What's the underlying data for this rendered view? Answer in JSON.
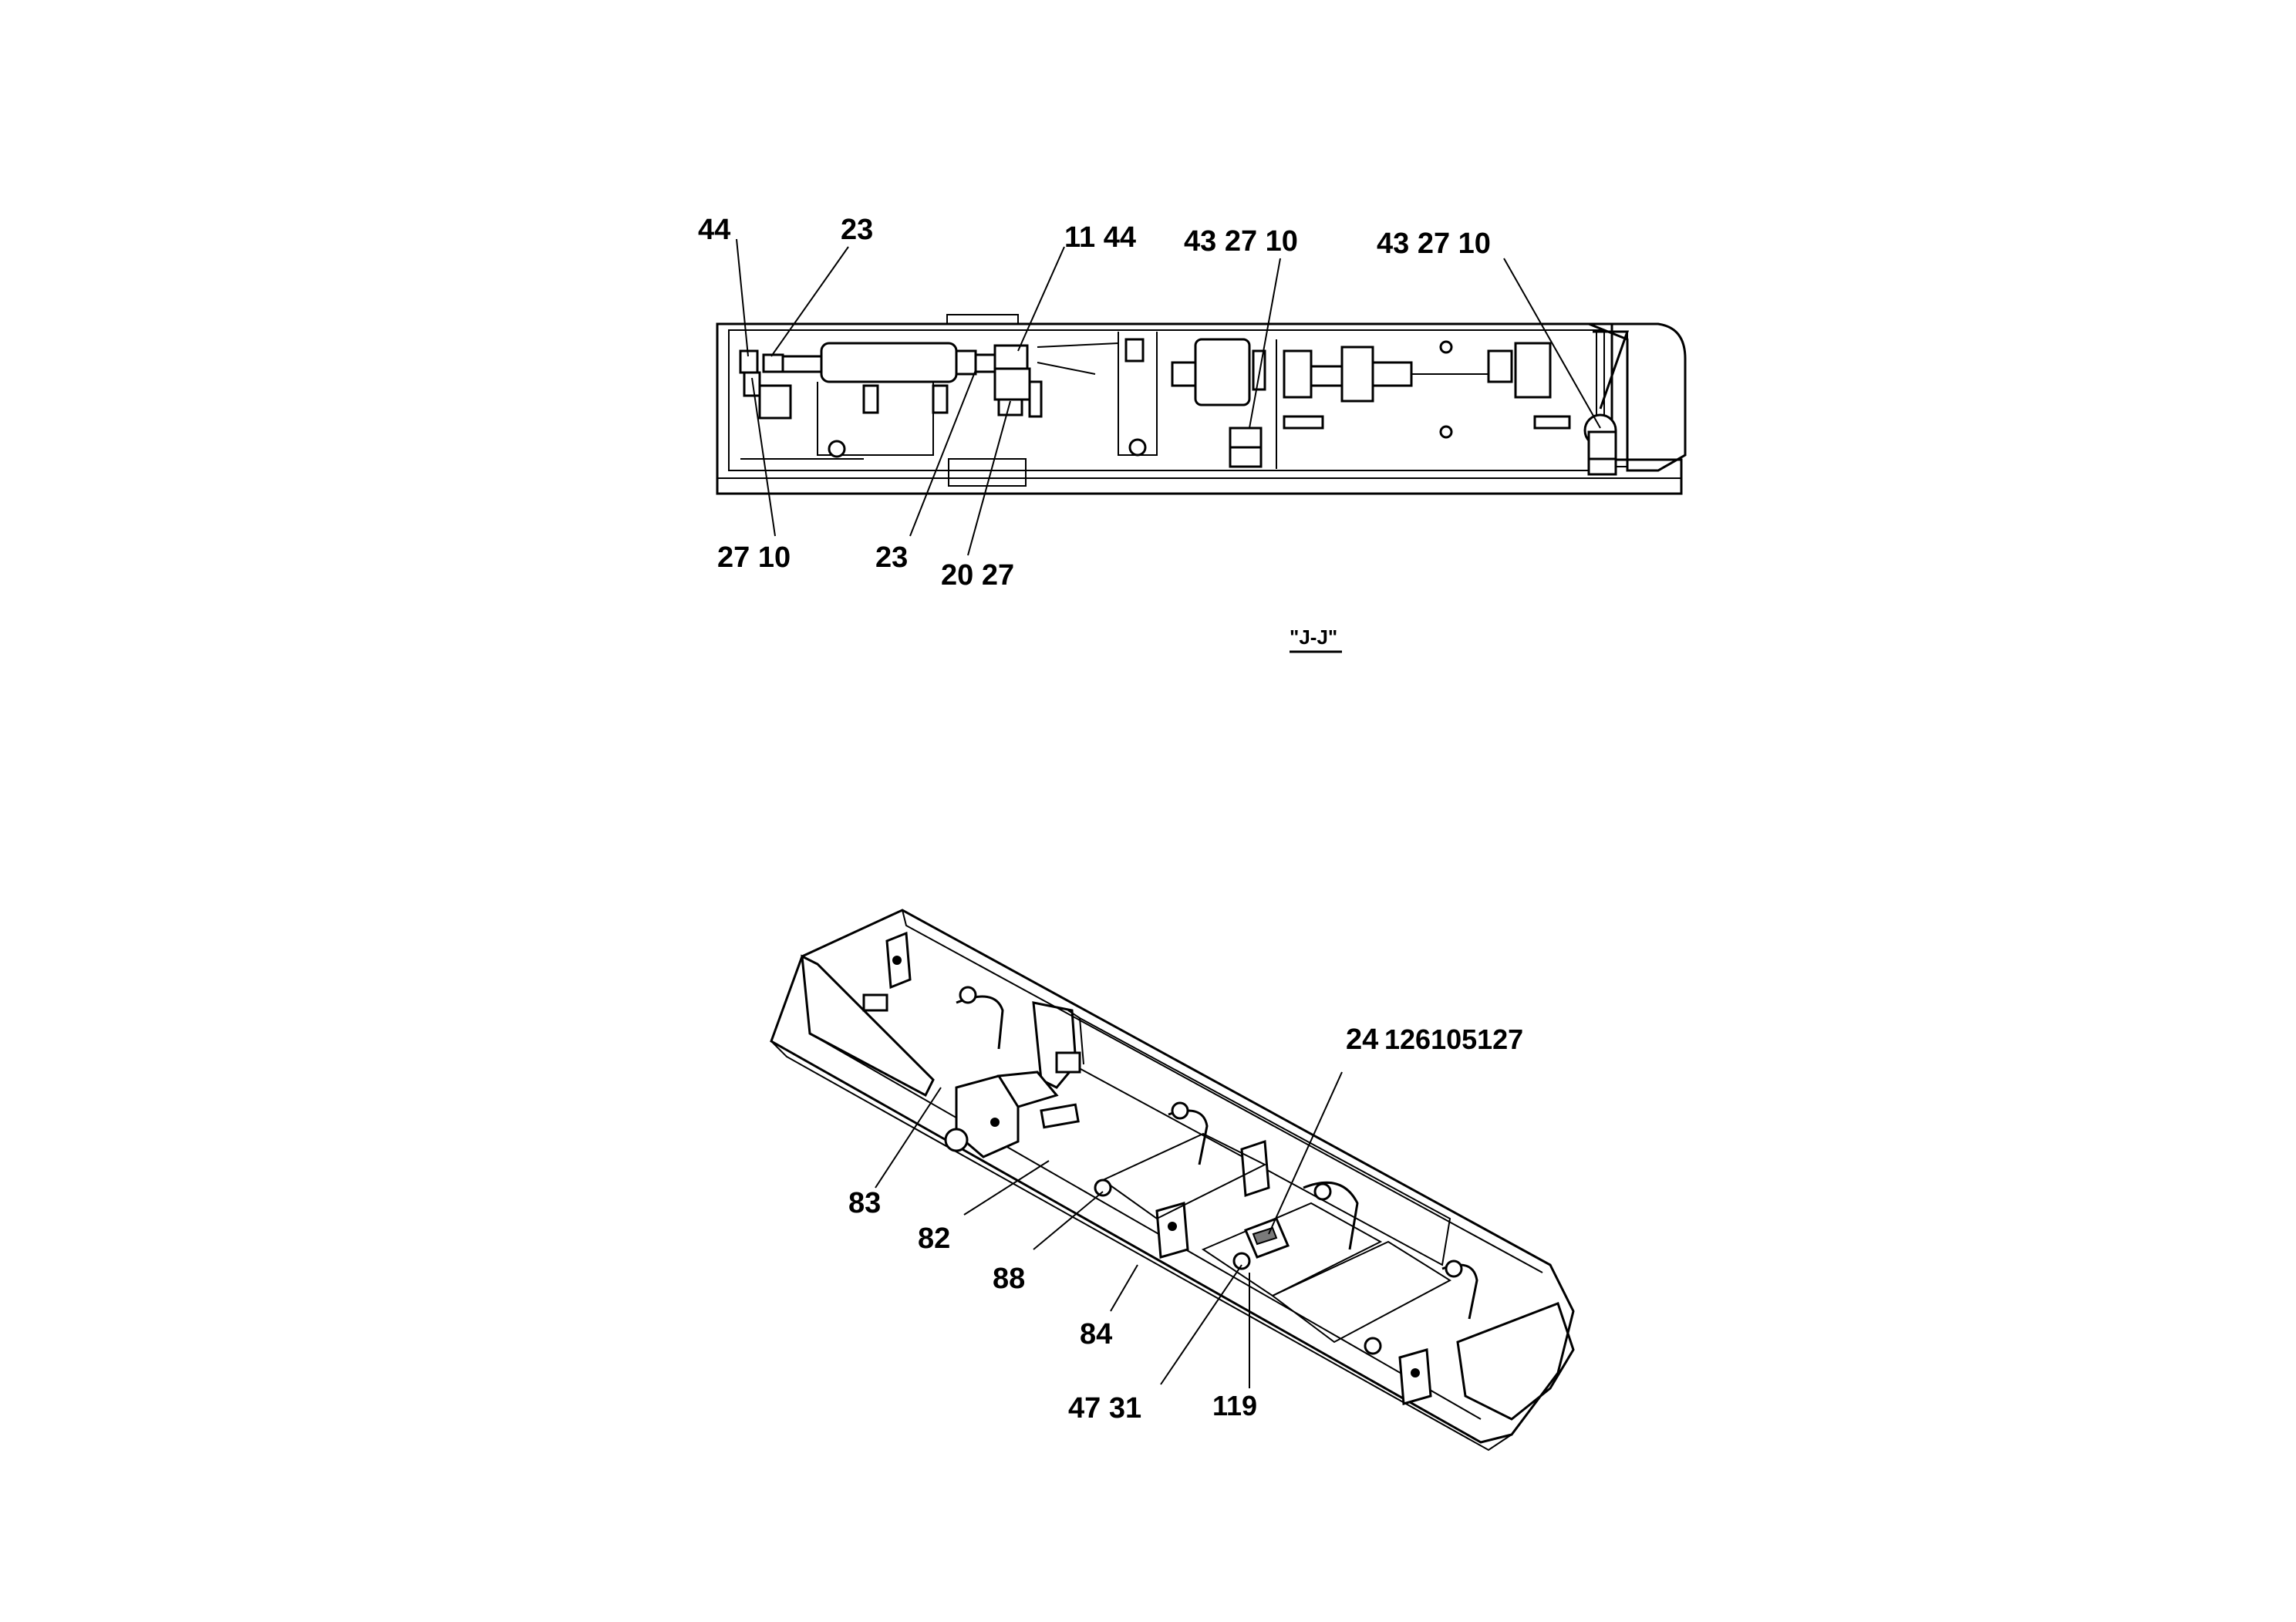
{
  "section_view": {
    "title": "\"J-J\""
  },
  "top_view": {
    "callouts": [
      {
        "id": "t1",
        "text": "44"
      },
      {
        "id": "t2",
        "text": "23"
      },
      {
        "id": "t3",
        "text": "11 44"
      },
      {
        "id": "t4",
        "text": "43 27 10"
      },
      {
        "id": "t5",
        "text": "43 27 10"
      },
      {
        "id": "t6",
        "text": "27 10"
      },
      {
        "id": "t7",
        "text": "23"
      },
      {
        "id": "t8",
        "text": "20 27"
      }
    ]
  },
  "iso_view": {
    "callouts": [
      {
        "id": "i1",
        "text": "24"
      },
      {
        "id": "i2",
        "text": "126105127"
      },
      {
        "id": "i3",
        "text": "83"
      },
      {
        "id": "i4",
        "text": "82"
      },
      {
        "id": "i5",
        "text": "88"
      },
      {
        "id": "i6",
        "text": "84"
      },
      {
        "id": "i7",
        "text": "47 31"
      },
      {
        "id": "i8",
        "text": "119"
      }
    ]
  }
}
